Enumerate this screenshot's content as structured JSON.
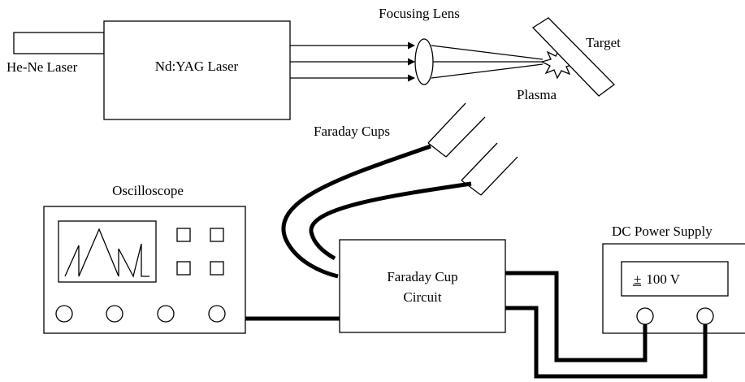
{
  "labels": {
    "he_ne_laser": "He-Ne Laser",
    "nd_yag_laser": "Nd:YAG Laser",
    "focusing_lens": "Focusing Lens",
    "target": "Target",
    "plasma": "Plasma",
    "faraday_cups": "Faraday Cups",
    "oscilloscope": "Oscilloscope",
    "faraday_cup_circuit_line1": "Faraday Cup",
    "faraday_cup_circuit_line2": "Circuit",
    "dc_power_supply": "DC Power Supply",
    "voltage_symbol": "±",
    "voltage_value": "100 V"
  }
}
